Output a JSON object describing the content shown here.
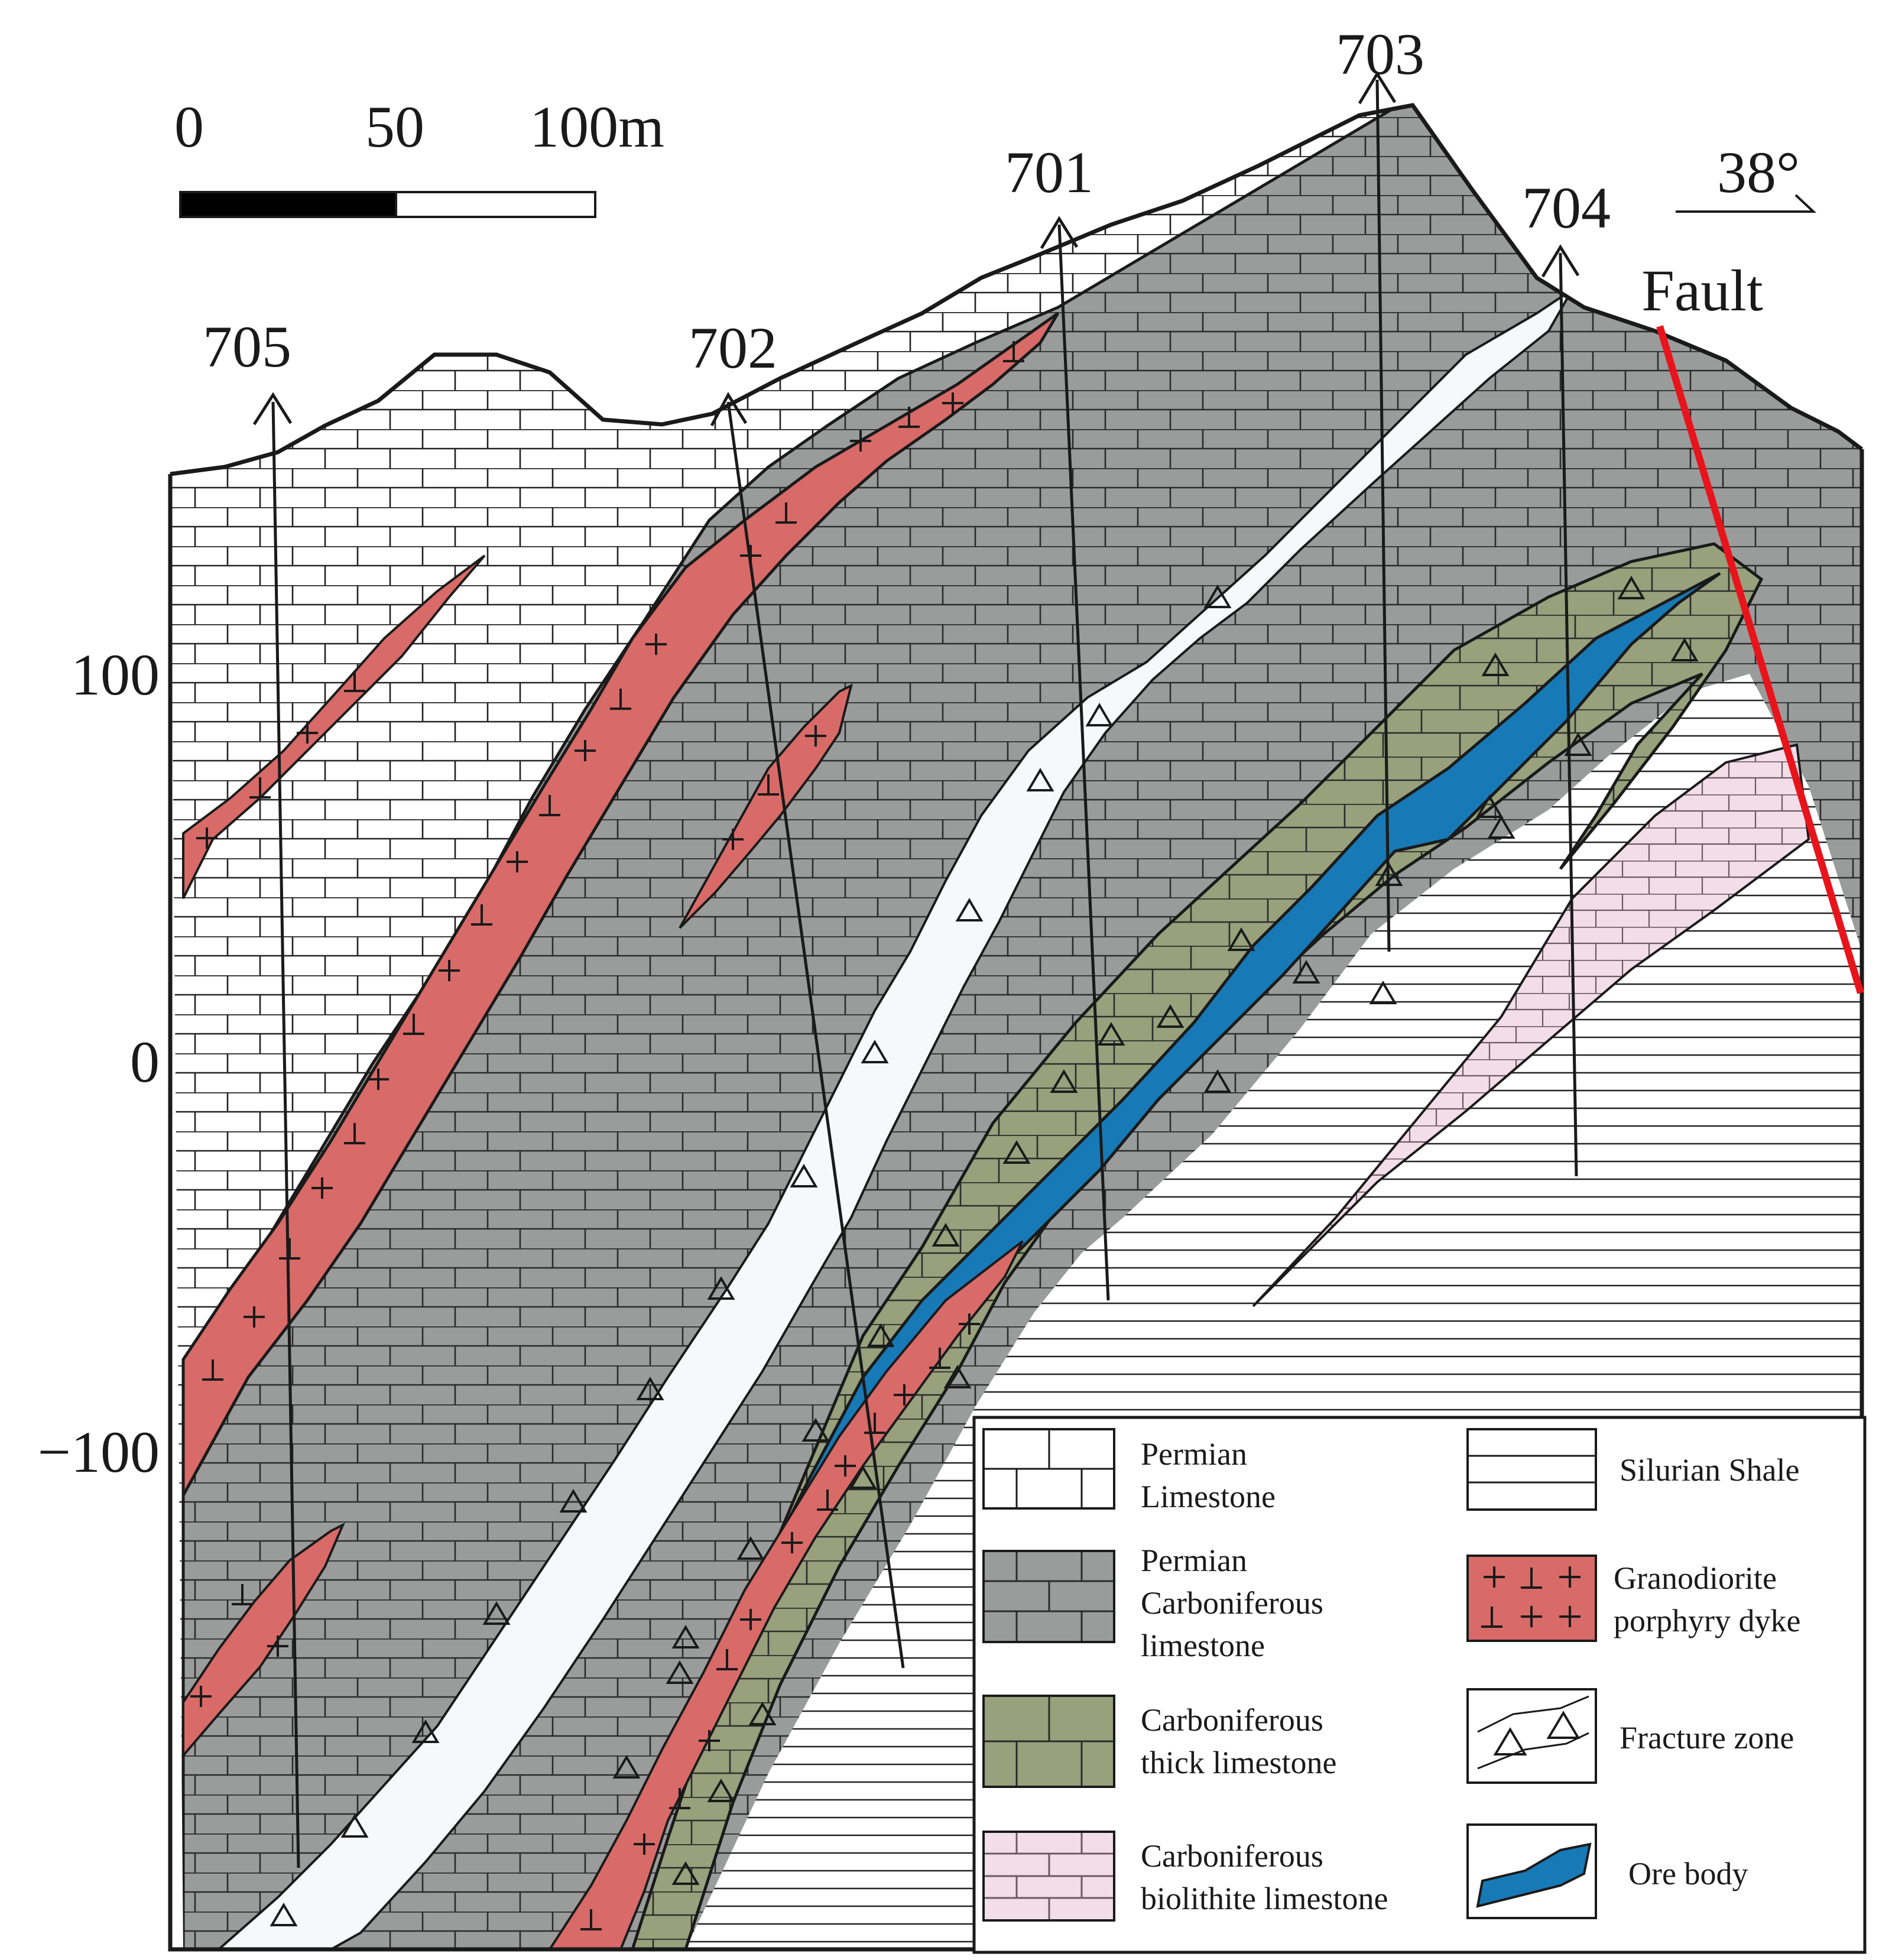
{
  "scale_bar": {
    "tick_0": "0",
    "tick_50": "50",
    "tick_100": "100m"
  },
  "orientation": "38°",
  "fault_label": "Fault",
  "elevation_labels": {
    "top": "100",
    "middle": "0",
    "bottom": "−100"
  },
  "drillholes": [
    {
      "id": "705"
    },
    {
      "id": "702"
    },
    {
      "id": "701"
    },
    {
      "id": "703"
    },
    {
      "id": "704"
    }
  ],
  "legend": [
    {
      "key": "permian_limestone",
      "lines": [
        "Permian",
        "Limestone"
      ]
    },
    {
      "key": "permian_carboniferous_limestone",
      "lines": [
        "Permian",
        "Carboniferous",
        "limestone"
      ]
    },
    {
      "key": "carboniferous_thick_limestone",
      "lines": [
        "Carboniferous",
        "thick limestone"
      ]
    },
    {
      "key": "carboniferous_biolithite_limestone",
      "lines": [
        "Carboniferous",
        "biolithite limestone"
      ]
    },
    {
      "key": "silurian_shale",
      "lines": [
        "Silurian Shale"
      ]
    },
    {
      "key": "granodiorite_porphyry_dyke",
      "lines": [
        "Granodiorite",
        "porphyry dyke"
      ]
    },
    {
      "key": "fracture_zone",
      "lines": [
        "Fracture zone"
      ]
    },
    {
      "key": "ore_body",
      "lines": [
        "Ore body"
      ]
    }
  ],
  "colors": {
    "white_limestone": "#ffffff",
    "grey_limestone": "#9a9b9b",
    "green_limestone": "#98a07c",
    "pink_limestone": "#f2dde8",
    "dyke": "#d86a68",
    "ore": "#1779b6",
    "fracture": "#f7f8fa",
    "fault": "#e8141c",
    "line": "#1a1a1a"
  }
}
